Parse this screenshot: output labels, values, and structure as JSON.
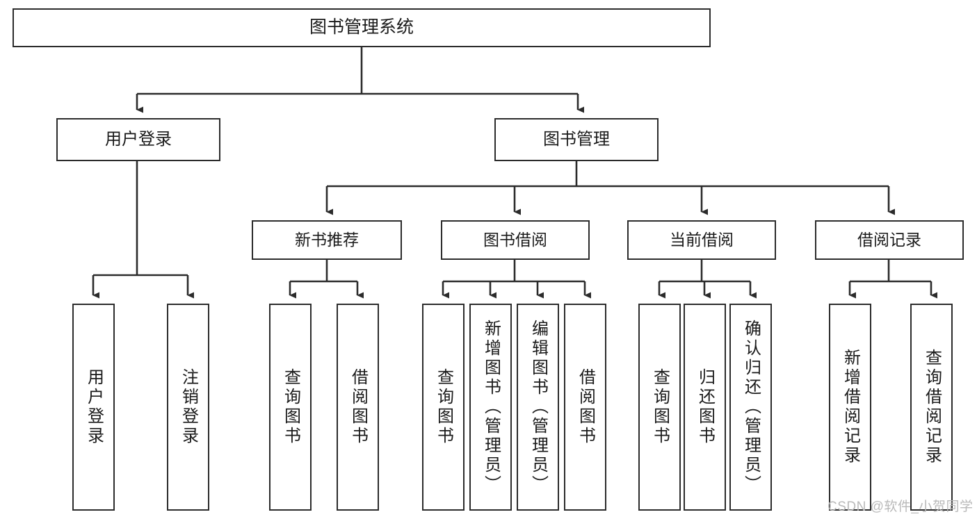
{
  "diagram": {
    "title": "图书管理系统",
    "type": "tree-structure-chart",
    "root": {
      "label": "图书管理系统"
    },
    "level2": [
      {
        "label": "用户登录"
      },
      {
        "label": "图书管理"
      }
    ],
    "level3": [
      {
        "label": "新书推荐"
      },
      {
        "label": "图书借阅"
      },
      {
        "label": "当前借阅"
      },
      {
        "label": "借阅记录"
      }
    ],
    "leaves": {
      "user_login": [
        {
          "label": "用户登录"
        },
        {
          "label": "注销登录"
        }
      ],
      "new_book_recommend": [
        {
          "label": "查询图书"
        },
        {
          "label": "借阅图书"
        }
      ],
      "book_borrow": [
        {
          "label": "查询图书"
        },
        {
          "label": "新增图书（管理员）"
        },
        {
          "label": "编辑图书（管理员）"
        },
        {
          "label": "借阅图书"
        }
      ],
      "current_borrow": [
        {
          "label": "查询图书"
        },
        {
          "label": "归还图书"
        },
        {
          "label": "确认归还（管理员）"
        }
      ],
      "borrow_record": [
        {
          "label": "新增借阅记录"
        },
        {
          "label": "查询借阅记录"
        }
      ]
    }
  },
  "watermark": {
    "text": "CSDN @软件_小贺同学"
  },
  "colors": {
    "stroke": "#2b2b2b",
    "background": "#ffffff",
    "text": "#1a1a1a",
    "watermark": "#b9b9b9"
  }
}
